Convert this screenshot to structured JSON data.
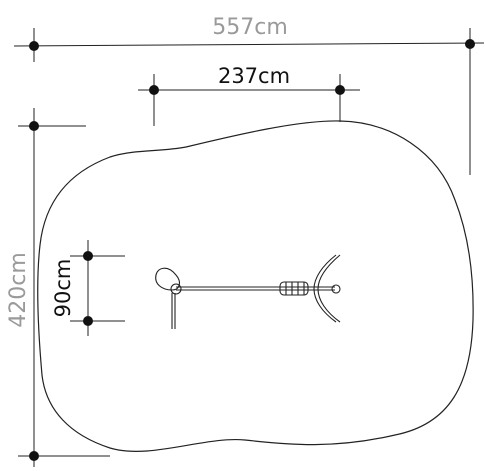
{
  "dimensions": {
    "overall_width": "557cm",
    "overall_depth": "420cm",
    "equipment_length": "237cm",
    "equipment_width": "90cm"
  },
  "colors": {
    "ink": "#111111",
    "muted": "#9a9a9a",
    "outline": "#222222"
  }
}
